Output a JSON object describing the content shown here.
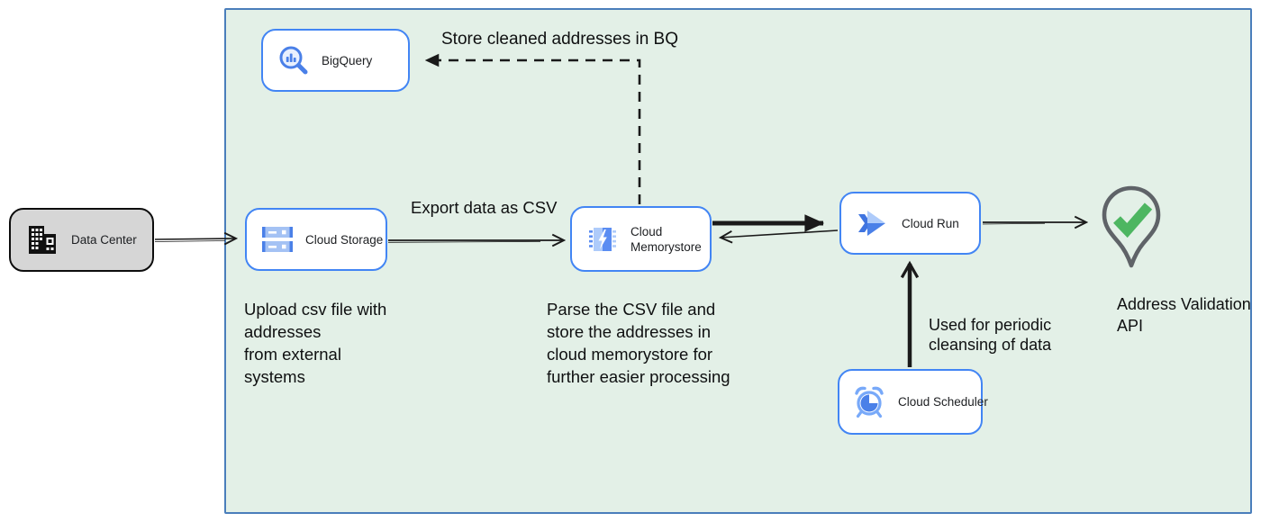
{
  "nodes": {
    "data_center": {
      "label": "Data Center",
      "icon": "building-icon"
    },
    "bigquery": {
      "label": "BigQuery",
      "icon": "bigquery-magnifier-icon"
    },
    "cloud_storage": {
      "label": "Cloud Storage",
      "icon": "storage-buckets-icon"
    },
    "cloud_memorystore": {
      "label": "Cloud Memorystore",
      "icon": "memory-chip-icon"
    },
    "cloud_run": {
      "label": "Cloud Run",
      "icon": "cloud-run-chevrons-icon"
    },
    "cloud_scheduler": {
      "label": "Cloud Scheduler",
      "icon": "alarm-clock-icon"
    },
    "address_validation_api": {
      "label": "Address Validation API",
      "icon": "map-pin-check-icon"
    }
  },
  "annotations": {
    "store_bq_label": "Store cleaned addresses in BQ",
    "export_csv_label": "Export data as CSV",
    "upload_note": "Upload csv file with\naddresses\nfrom external\nsystems",
    "parse_note": "Parse the CSV file and\nstore the addresses in\ncloud  memorystore for\nfurther easier processing",
    "scheduler_note": "Used for periodic\ncleansing of data"
  },
  "colors": {
    "boundary_fill": "#e3f0e7",
    "boundary_border": "#4a7ebb",
    "node_border_blue": "#4285f4",
    "data_center_fill": "#d6d6d6",
    "arrow_black": "#1a1a1a",
    "icon_blue": "#4a80e8",
    "icon_light_blue": "#aecbfa",
    "check_green": "#4db661",
    "pin_gray": "#5f6368"
  }
}
